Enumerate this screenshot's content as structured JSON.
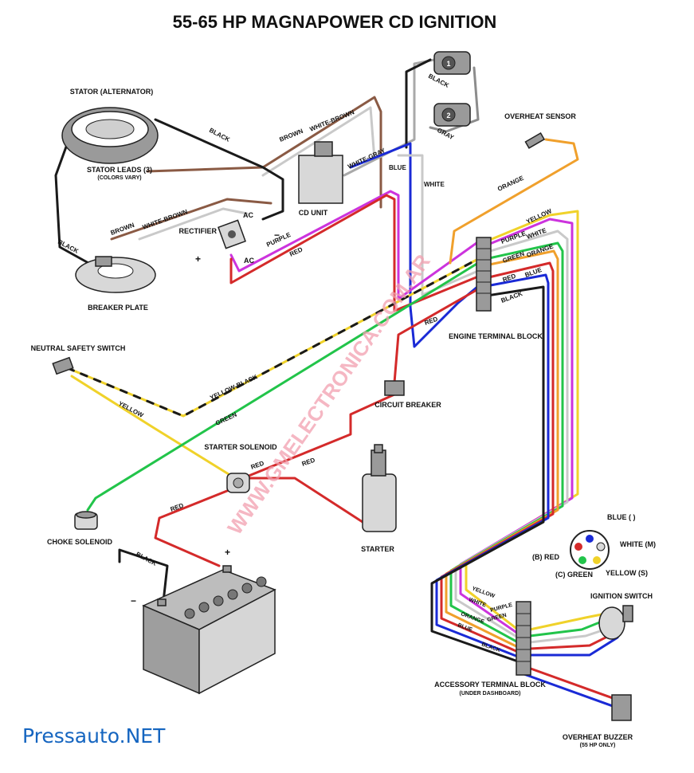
{
  "title": "55-65 HP MAGNAPOWER CD IGNITION",
  "watermark": "WWW.GMELECTRONICA.COM.AR",
  "brand": "Pressauto.NET",
  "components": {
    "stator": "STATOR (ALTERNATOR)",
    "stator_leads": "STATOR LEADS (3)",
    "stator_leads_note": "(COLORS VARY)",
    "rectifier": "RECTIFIER",
    "breaker_plate": "BREAKER PLATE",
    "cd_unit": "CD UNIT",
    "coil1": "1",
    "coil2": "2",
    "overheat_sensor": "OVERHEAT SENSOR",
    "engine_terminal_block": "ENGINE TERMINAL BLOCK",
    "neutral_safety_switch": "NEUTRAL SAFETY SWITCH",
    "circuit_breaker": "CIRCUIT BREAKER",
    "starter_solenoid": "STARTER SOLENOID",
    "starter": "STARTER",
    "choke_solenoid": "CHOKE SOLENOID",
    "ignition_switch": "IGNITION SWITCH",
    "accessory_terminal_block": "ACCESSORY TERMINAL BLOCK",
    "accessory_terminal_block_note": "(UNDER DASHBOARD)",
    "overheat_buzzer": "OVERHEAT BUZZER",
    "overheat_buzzer_note": "(55 HP ONLY)"
  },
  "symbols": {
    "ac": "AC",
    "plus": "+",
    "minus": "−"
  },
  "wire_labels": {
    "black": "BLACK",
    "brown": "BROWN",
    "white_brown": "WHITE-BROWN",
    "white_gray": "WHITE-GRAY",
    "blue": "BLUE",
    "white": "WHITE",
    "gray": "GRAY",
    "orange": "ORANGE",
    "yellow": "YELLOW",
    "purple": "PURPLE",
    "green": "GREEN",
    "red": "RED",
    "yellow_black": "YELLOW-BLACK"
  },
  "ignition_switch_terminals": {
    "blue": "BLUE  (  )",
    "white": "WHITE  (M)",
    "red": "(B)  RED",
    "green": "(C)  GREEN",
    "yellow": "YELLOW  (S)"
  },
  "colors": {
    "black": "#1a1a1a",
    "brown": "#8a5a44",
    "white": "#c9c9c9",
    "gray": "#8c8c8c",
    "blue": "#1a2ad6",
    "orange": "#f0a02c",
    "yellow": "#f0d22a",
    "purple": "#cc33dd",
    "green": "#22c44a",
    "red": "#d42a2a",
    "brand": "#1565c0",
    "watermark": "#f2a0b0"
  }
}
